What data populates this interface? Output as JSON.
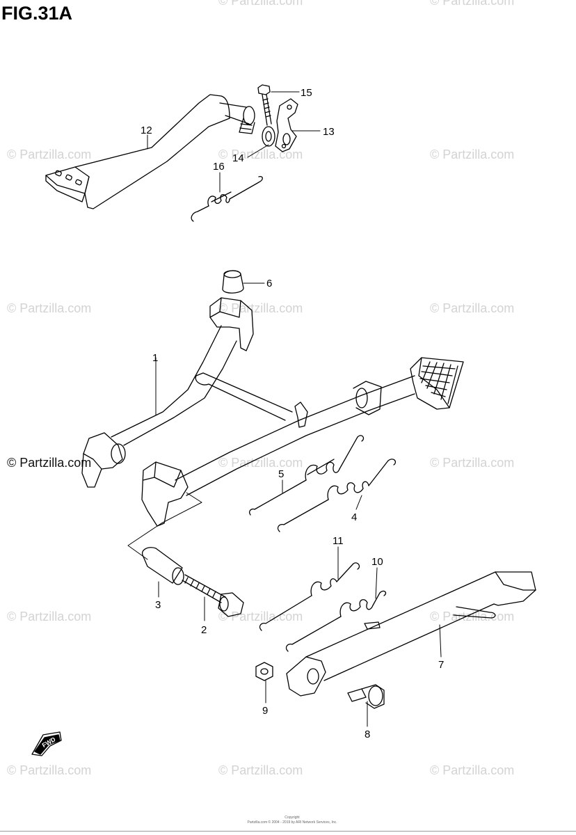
{
  "figure": {
    "title": "FIG.31A"
  },
  "watermark": {
    "text": "© Partzilla.com"
  },
  "callouts": {
    "p1": "1",
    "p2": "2",
    "p3": "3",
    "p4": "4",
    "p5": "5",
    "p6": "6",
    "p7": "7",
    "p8": "8",
    "p9": "9",
    "p10": "10",
    "p11": "11",
    "p12": "12",
    "p13": "13",
    "p14": "14",
    "p15": "15",
    "p16": "16"
  },
  "footer": {
    "line1": "Copyright",
    "line2": "Partzilla.com © 2004 - 2019 by ARI Network Services, Inc."
  },
  "fwd_label": "FWD"
}
